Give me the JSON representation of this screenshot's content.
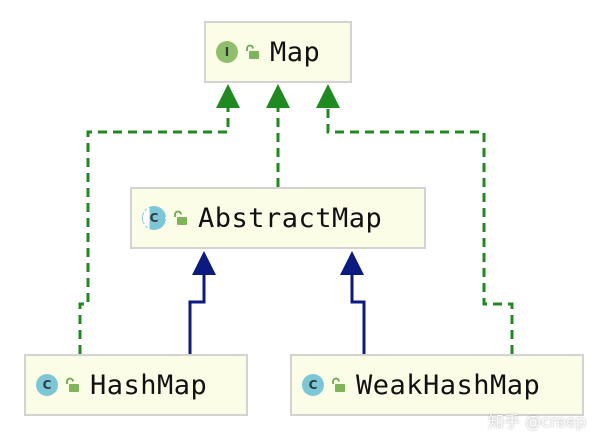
{
  "colors": {
    "realization_arrow": "#1f8a1f",
    "inheritance_arrow": "#0b1a80",
    "node_fill": "#fcfde7",
    "node_border": "#d3d3d3",
    "interface_badge": "#8fbf6b",
    "class_badge": "#7cc7d6"
  },
  "nodes": {
    "map": {
      "label": "Map",
      "kind": "interface",
      "badge": "I",
      "icon": "unlocked-padlock-icon"
    },
    "abstractmap": {
      "label": "AbstractMap",
      "kind": "abstract-class",
      "badge": "C",
      "icon": "unlocked-padlock-icon"
    },
    "hashmap": {
      "label": "HashMap",
      "kind": "class",
      "badge": "C",
      "icon": "unlocked-padlock-icon"
    },
    "weakhashmap": {
      "label": "WeakHashMap",
      "kind": "class",
      "badge": "C",
      "icon": "unlocked-padlock-icon"
    }
  },
  "edges": [
    {
      "from": "hashmap",
      "to": "map",
      "type": "implements",
      "style": "dashed"
    },
    {
      "from": "abstractmap",
      "to": "map",
      "type": "implements",
      "style": "dashed"
    },
    {
      "from": "weakhashmap",
      "to": "map",
      "type": "implements",
      "style": "dashed"
    },
    {
      "from": "hashmap",
      "to": "abstractmap",
      "type": "extends",
      "style": "solid"
    },
    {
      "from": "weakhashmap",
      "to": "abstractmap",
      "type": "extends",
      "style": "solid"
    }
  ],
  "watermark": "知乎 @creep"
}
